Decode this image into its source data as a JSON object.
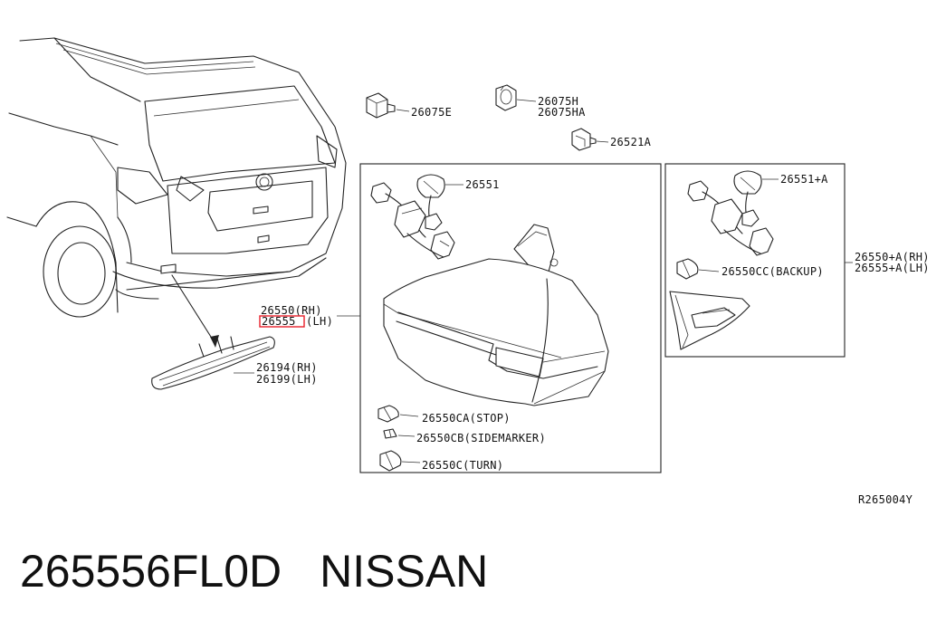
{
  "labels": {
    "clip_26075E": "26075E",
    "clip_26075H": "26075H",
    "clip_26075HA": "26075HA",
    "nut_26521A": "26521A",
    "socket_26551": "26551",
    "socket_26551A": "26551+A",
    "lamp_26550_rh": "26550(RH)",
    "lamp_26555_lh": "(LH)",
    "lamp_26555_highlight": "26555",
    "lamp_a_rh": "26550+A(RH)",
    "lamp_a_lh": "26555+A(LH)",
    "bulb_backup": "26550CC(BACKUP)",
    "reflector_rh": "26194(RH)",
    "reflector_lh": "26199(LH)",
    "bulb_stop": "26550CA(STOP)",
    "bulb_sidemarker": "26550CB(SIDEMARKER)",
    "bulb_turn": "26550C(TURN)",
    "diagram_ref": "R265004Y"
  },
  "footer": {
    "part_number": "265556FL0D",
    "brand": "NISSAN"
  },
  "colors": {
    "highlight": "#e8202a",
    "ink": "#222222"
  }
}
